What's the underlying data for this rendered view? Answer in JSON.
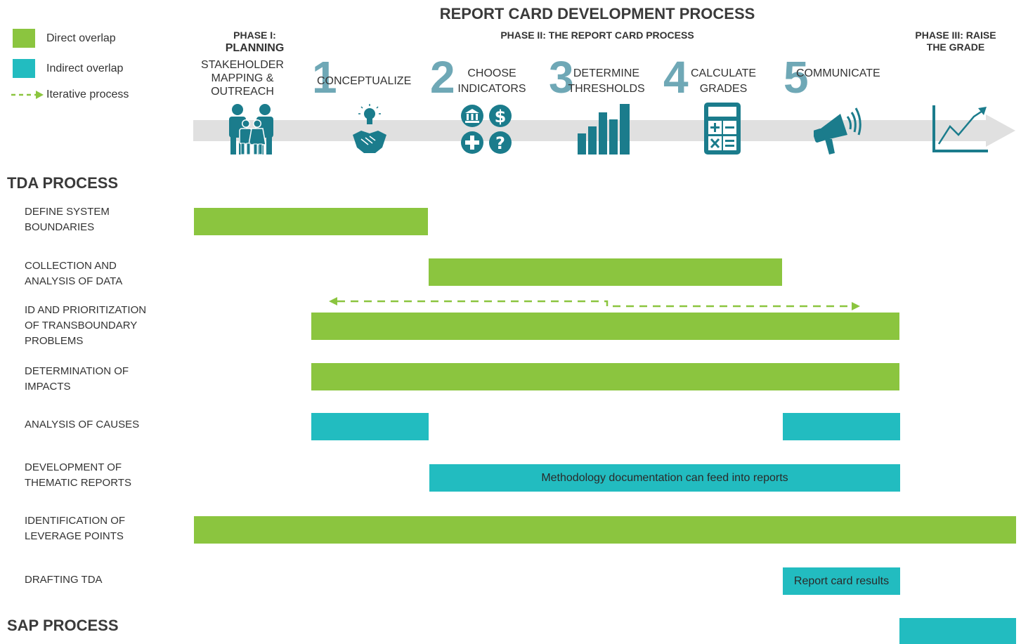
{
  "colors": {
    "direct": "#8bc53f",
    "indirect": "#22bcc0",
    "icon": "#1b7c8c",
    "arrow_band": "#e0e0e0",
    "step_number": "#6fa8b6"
  },
  "legend": {
    "direct": "Direct overlap",
    "indirect": "Indirect overlap",
    "iterative": "Iterative process"
  },
  "title": "REPORT CARD DEVELOPMENT PROCESS",
  "phases": {
    "phase1": {
      "line1": "PHASE I:",
      "line2": "PLANNING"
    },
    "phase2": "PHASE II: THE REPORT CARD PROCESS",
    "phase3": {
      "line1": "PHASE III: RAISE",
      "line2": "THE GRADE"
    }
  },
  "stakeholder": {
    "line1": "STAKEHOLDER",
    "line2": "MAPPING &",
    "line3": "OUTREACH"
  },
  "steps": [
    {
      "num": "1",
      "line1": "CONCEPTUALIZE",
      "line2": ""
    },
    {
      "num": "2",
      "line1": "CHOOSE",
      "line2": "INDICATORS"
    },
    {
      "num": "3",
      "line1": "DETERMINE",
      "line2": "THRESHOLDS"
    },
    {
      "num": "4",
      "line1": "CALCULATE",
      "line2": "GRADES"
    },
    {
      "num": "5",
      "line1": "COMMUNICATE",
      "line2": ""
    }
  ],
  "icons": [
    "family-icon",
    "lightbulb-handshake-icon",
    "indicators-icon",
    "bar-chart-icon",
    "calculator-icon",
    "megaphone-icon",
    "growth-chart-icon"
  ],
  "tda": {
    "heading": "TDA PROCESS",
    "rows": [
      {
        "line1": "DEFINE SYSTEM",
        "line2": "BOUNDARIES",
        "line3": ""
      },
      {
        "line1": "COLLECTION AND",
        "line2": "ANALYSIS OF DATA",
        "line3": ""
      },
      {
        "line1": "ID AND PRIORITIZATION",
        "line2": "OF TRANSBOUNDARY",
        "line3": "PROBLEMS"
      },
      {
        "line1": "DETERMINATION OF",
        "line2": "IMPACTS",
        "line3": ""
      },
      {
        "line1": "ANALYSIS OF CAUSES",
        "line2": "",
        "line3": ""
      },
      {
        "line1": "DEVELOPMENT OF",
        "line2": "THEMATIC REPORTS",
        "line3": ""
      },
      {
        "line1": "IDENTIFICATION OF",
        "line2": "LEVERAGE POINTS",
        "line3": ""
      },
      {
        "line1": "DRAFTING TDA",
        "line2": "",
        "line3": ""
      }
    ],
    "bar_texts": {
      "thematic": "Methodology documentation can feed into reports",
      "drafting": "Report card results"
    }
  },
  "sap": {
    "heading": "SAP PROCESS"
  }
}
